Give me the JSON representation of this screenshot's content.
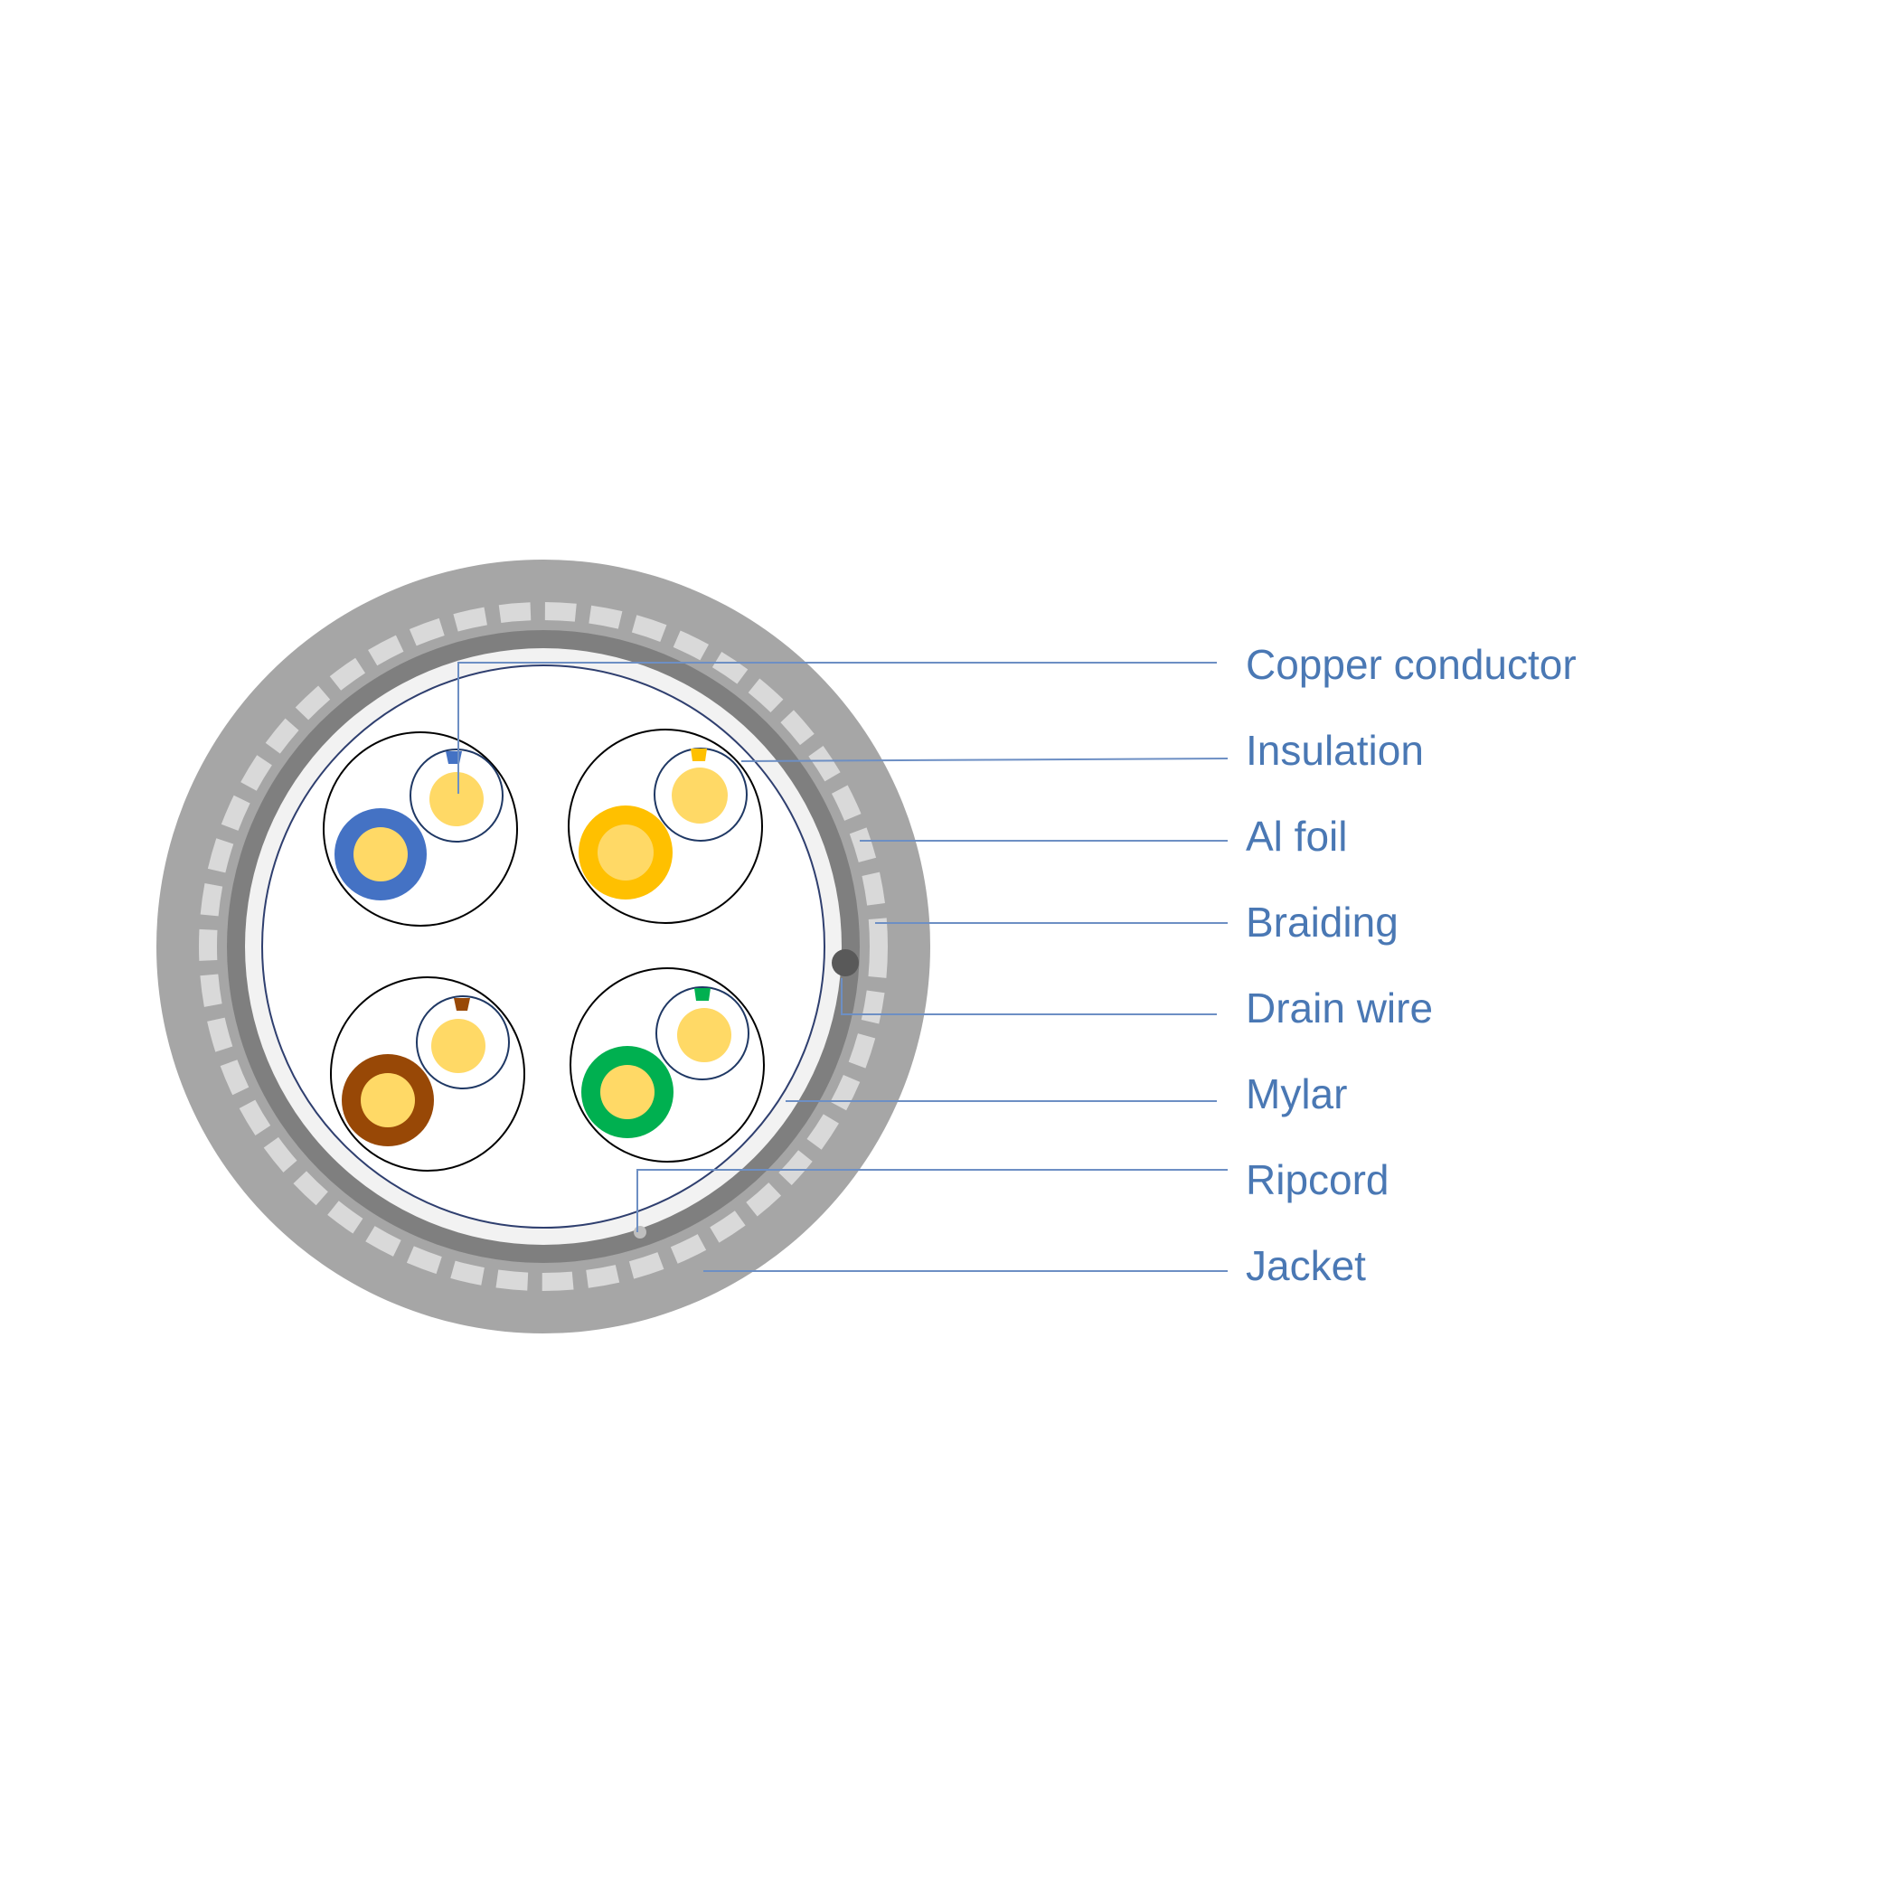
{
  "diagram": {
    "labels": [
      "Copper conductor",
      "Insulation",
      "Al foil",
      "Braiding",
      "Drain wire",
      "Mylar",
      "Ripcord",
      "Jacket"
    ],
    "colors": {
      "label_text": "#4a78b4",
      "leader_line": "#6d8fc4",
      "jacket": "#a6a6a6",
      "braiding_dashes": "#d9d9d9",
      "shield_ring": "#7f7f7f",
      "mylar": "#f2f2f2",
      "drain_wire": "#595959",
      "conductor": "#ffd966",
      "insulation_blue": "#4472c4",
      "insulation_orange": "#ffc000",
      "insulation_brown": "#984806",
      "insulation_green": "#00b050",
      "insulation_white": "#ffffff"
    },
    "pairs": [
      {
        "name": "blue-pair",
        "color": "#4472c4"
      },
      {
        "name": "orange-pair",
        "color": "#ffc000"
      },
      {
        "name": "brown-pair",
        "color": "#984806"
      },
      {
        "name": "green-pair",
        "color": "#00b050"
      }
    ]
  }
}
